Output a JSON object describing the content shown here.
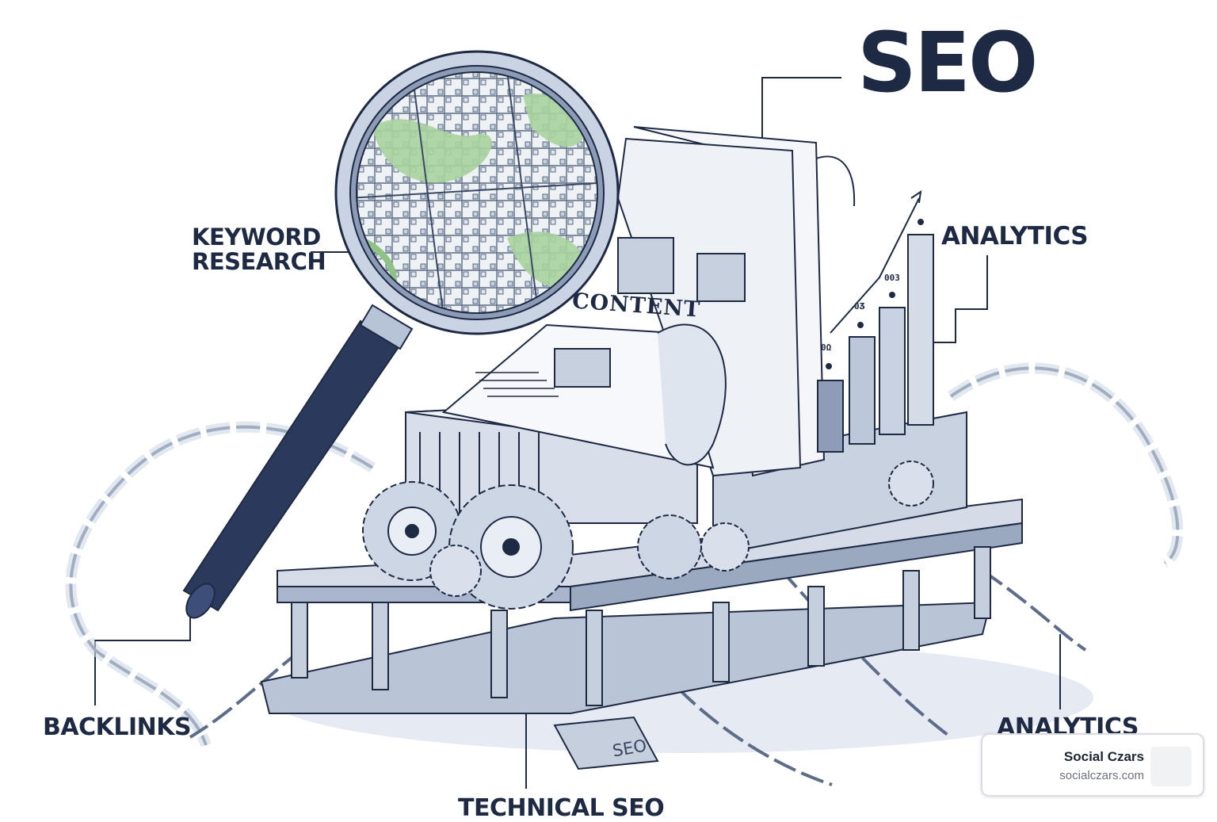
{
  "title": "SEO",
  "labels": {
    "keyword_research": [
      "KEYWORD",
      "RESEARCH"
    ],
    "analytics_top": "ANALYTICS",
    "content": "CONTENT",
    "backlinks": "BACKLINKS",
    "analytics_bottom": "ANALYTICS",
    "technical_seo": "TECHNICAL SEO",
    "base_plate": "SEO"
  },
  "bar_tags": [
    "0Ω",
    "0Ʒ",
    "003"
  ],
  "watermark": {
    "name": "Social Czars",
    "url": "socialczars.com"
  },
  "colors": {
    "ink": "#1e2a44",
    "steel": "#c9d3e3",
    "steel_dark": "#8c9bb6",
    "map_green": "#a9d3a0",
    "handle": "#2b3a5c"
  }
}
